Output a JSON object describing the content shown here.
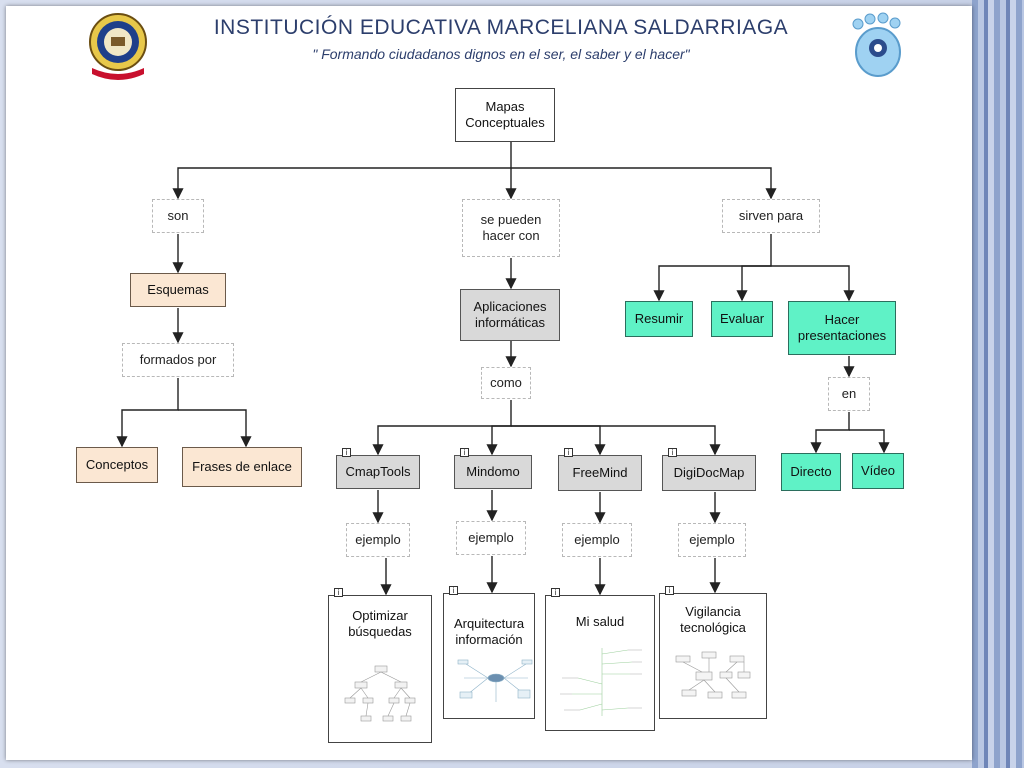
{
  "header": {
    "title": "INSTITUCIÓN EDUCATIVA MARCELIANA SALDARRIAGA",
    "motto": "\" Formando ciudadanos dignos en el ser, el saber y el hacer\""
  },
  "map": {
    "root": "Mapas Conceptuales",
    "links": {
      "son": "son",
      "pueden": "se pueden hacer con",
      "sirven": "sirven para",
      "formados": "formados por",
      "como": "como",
      "en": "en",
      "ejemplo": "ejemplo"
    },
    "esquemas": "Esquemas",
    "conceptos": "Conceptos",
    "frases": "Frases de enlace",
    "aplicaciones": "Aplicaciones informáticas",
    "tools": [
      "CmapTools",
      "Mindomo",
      "FreeMind",
      "DigiDocMap"
    ],
    "examples": [
      "Optimizar búsquedas",
      "Arquitectura información",
      "Mi salud",
      "Vigilancia tecnológica"
    ],
    "uses": [
      "Resumir",
      "Evaluar",
      "Hacer presentaciones"
    ],
    "modes": [
      "Directo",
      "Vídeo"
    ]
  },
  "colors": {
    "peach": "#fbe7d3",
    "gray": "#d9d9d9",
    "teal": "#5ff2c6",
    "title": "#2c3e6c"
  }
}
